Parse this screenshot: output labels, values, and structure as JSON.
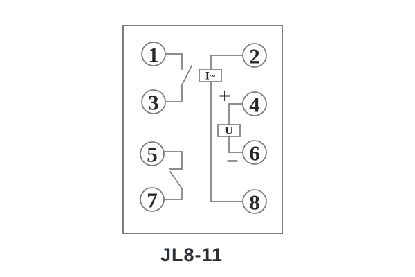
{
  "diagram": {
    "title": "JL8-11",
    "terminals": [
      "1",
      "2",
      "3",
      "4",
      "5",
      "6",
      "7",
      "8"
    ],
    "components": {
      "current_coil_label": "I~",
      "voltage_coil_label": "U",
      "plus_marker": "+",
      "minus_marker": "−"
    },
    "colors": {
      "line": "#7d7d7d",
      "text": "#242730",
      "title": "#2b2f36",
      "background": "#ffffff"
    }
  }
}
